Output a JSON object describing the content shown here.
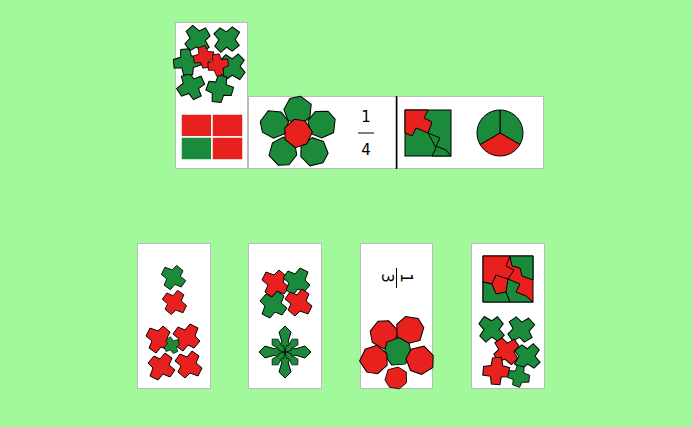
{
  "diagram": {
    "labels": [
      "1",
      "4",
      "1",
      "3"
    ]
  }
}
